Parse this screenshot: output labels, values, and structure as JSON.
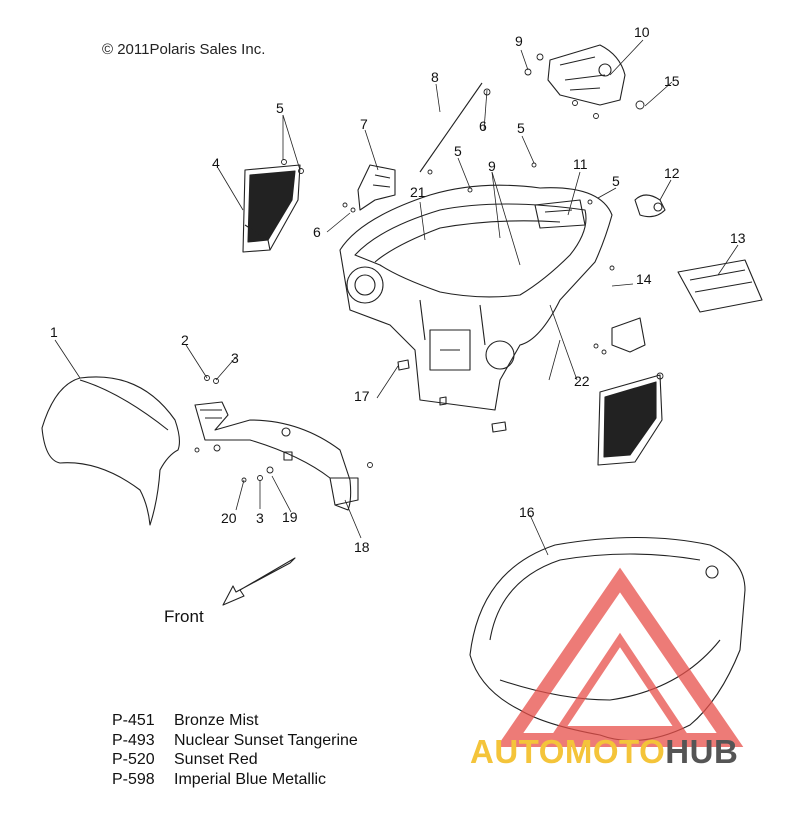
{
  "copyright": "© 2011Polaris Sales Inc.",
  "front_label": "Front",
  "callouts": [
    "1",
    "2",
    "3",
    "4",
    "5",
    "5",
    "5",
    "5",
    "6",
    "6",
    "7",
    "8",
    "9",
    "9",
    "10",
    "11",
    "12",
    "13",
    "14",
    "15",
    "16",
    "17",
    "18",
    "19",
    "20",
    "21",
    "22",
    "3"
  ],
  "legend": [
    {
      "code": "P-451",
      "name": "Bronze Mist"
    },
    {
      "code": "P-493",
      "name": "Nuclear Sunset Tangerine"
    },
    {
      "code": "P-520",
      "name": "Sunset Red"
    },
    {
      "code": "P-598",
      "name": "Imperial Blue Metallic"
    }
  ],
  "watermark": {
    "text_a": "AUTOMOTO",
    "text_b": "HUB",
    "color_a": "#f4c43a",
    "color_b": "#555555",
    "logo_color": "#e8504a"
  }
}
